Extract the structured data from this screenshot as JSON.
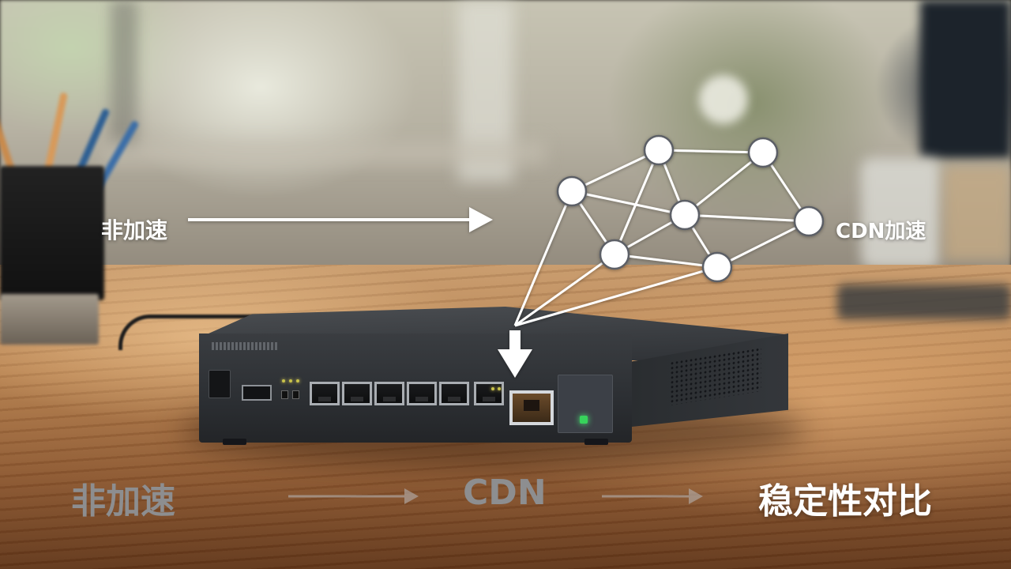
{
  "labels": {
    "left": "非加速",
    "right": "CDN加速"
  },
  "caption": {
    "step1": "非加速",
    "step2": "CDN",
    "step3": "稳定性对比"
  },
  "colors": {
    "highlight": "#ffffff",
    "muted": "#8d8e90",
    "node_stroke": "#5b5f66",
    "status_led": "#37d35b"
  }
}
